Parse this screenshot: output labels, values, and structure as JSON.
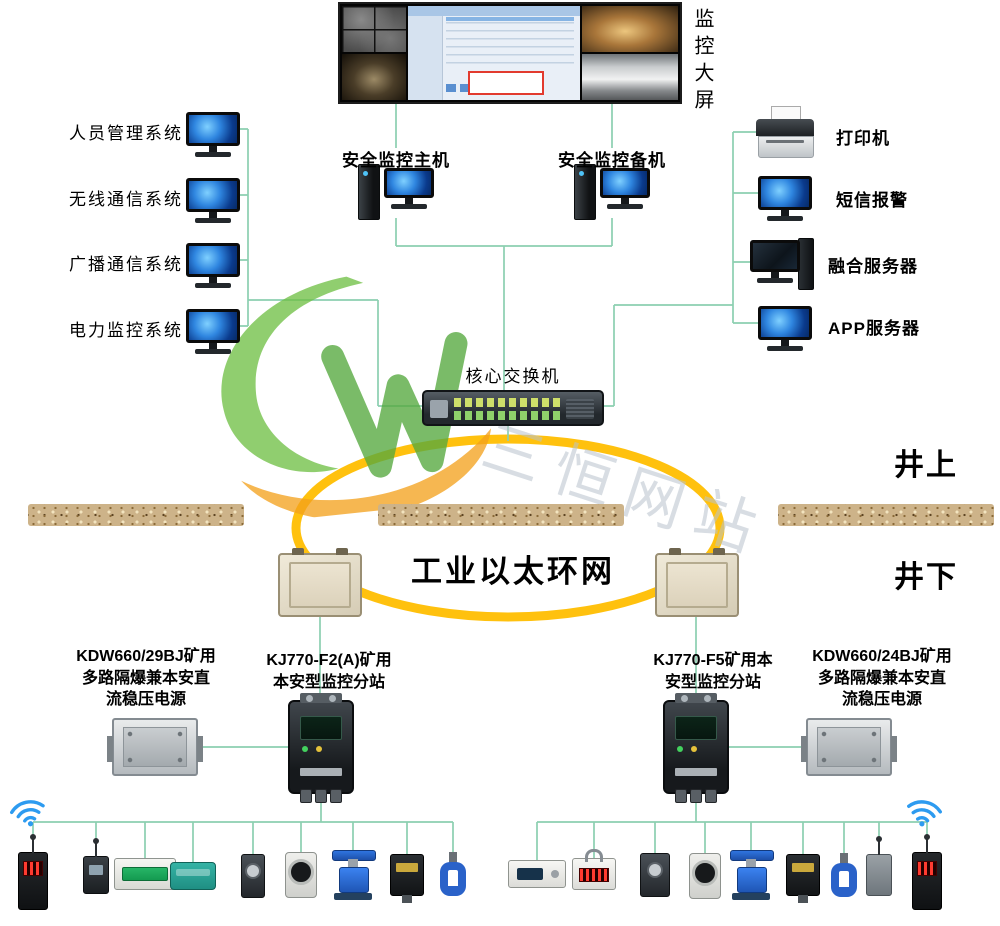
{
  "colors": {
    "wire": "#8ccfb0",
    "ring": "#ffc10e",
    "ground": "#cdb389",
    "wifi_blue": "#2d9bf0"
  },
  "video_wall": {
    "label": "监控大屏"
  },
  "surface_systems": {
    "left": [
      {
        "label": "人员管理系统"
      },
      {
        "label": "无线通信系统"
      },
      {
        "label": "广播通信系统"
      },
      {
        "label": "电力监控系统"
      }
    ],
    "hosts": [
      {
        "label": "安全监控主机"
      },
      {
        "label": "安全监控备机"
      }
    ],
    "right": [
      {
        "label": "打印机"
      },
      {
        "label": "短信报警"
      },
      {
        "label": "融合服务器"
      },
      {
        "label": "APP服务器"
      }
    ]
  },
  "core_switch": {
    "label": "核心交换机"
  },
  "ring_network": {
    "label": "工业以太环网"
  },
  "zones": {
    "surface": "井上",
    "underground": "井下"
  },
  "underground": {
    "left_power_supply": {
      "label": "KDW660/29BJ矿用\n多路隔爆兼本安直\n流稳压电源"
    },
    "left_substation": {
      "label": "KJ770-F2(A)矿用\n本安型监控分站"
    },
    "right_substation": {
      "label": "KJ770-F5矿用本\n安型监控分站"
    },
    "right_power_supply": {
      "label": "KDW660/24BJ矿用\n多路隔爆兼本安直\n流稳压电源"
    }
  },
  "watermark": {
    "site_text": "三恒网站"
  }
}
